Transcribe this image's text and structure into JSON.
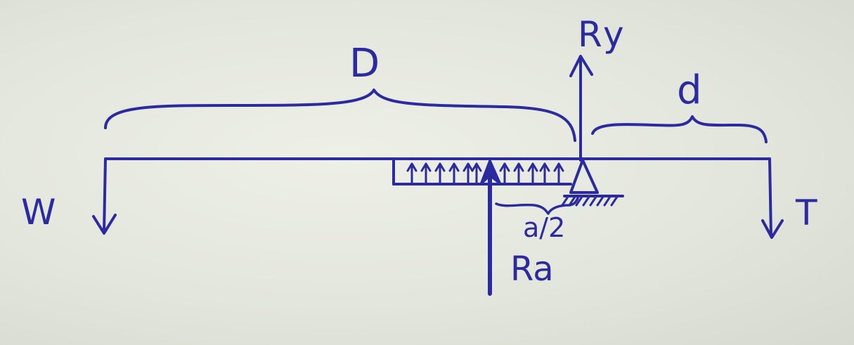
{
  "labels": {
    "D": "D",
    "Ry": "Ry",
    "d": "d",
    "W": "W",
    "T": "T",
    "a_half": "a/2",
    "Ra": "Ra"
  },
  "colors": {
    "ink": "#2b2a9e",
    "paper": "#e6e8df"
  }
}
